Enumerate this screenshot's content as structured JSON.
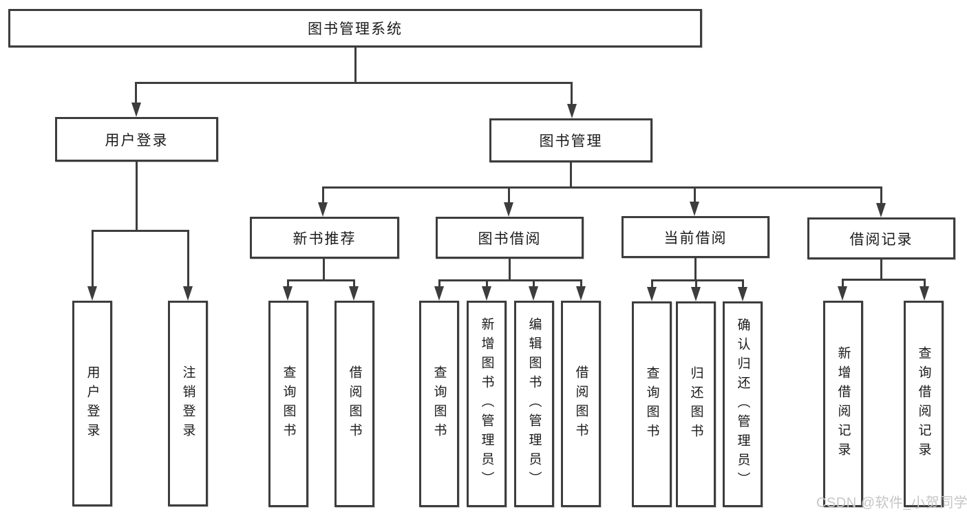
{
  "colors": {
    "line": "#3d3d3d",
    "text": "#1b1b1b",
    "background": "#ffffff",
    "watermark_text": "#c6c6c6"
  },
  "tree": {
    "label": "图书管理系统",
    "children": [
      {
        "label": "用户登录",
        "children": [
          {
            "label": "用户登录"
          },
          {
            "label": "注销登录"
          }
        ]
      },
      {
        "label": "图书管理",
        "children": [
          {
            "label": "新书推荐",
            "children": [
              {
                "label": "查询图书"
              },
              {
                "label": "借阅图书"
              }
            ]
          },
          {
            "label": "图书借阅",
            "children": [
              {
                "label": "查询图书"
              },
              {
                "label": "新增图书（管理员）"
              },
              {
                "label": "编辑图书（管理员）"
              },
              {
                "label": "借阅图书"
              }
            ]
          },
          {
            "label": "当前借阅",
            "children": [
              {
                "label": "查询图书"
              },
              {
                "label": "归还图书"
              },
              {
                "label": "确认归还（管理员）"
              }
            ]
          },
          {
            "label": "借阅记录",
            "children": [
              {
                "label": "新增借阅记录"
              },
              {
                "label": "查询借阅记录"
              }
            ]
          }
        ]
      }
    ]
  },
  "watermark": "CSDN @软件_小贺同学"
}
